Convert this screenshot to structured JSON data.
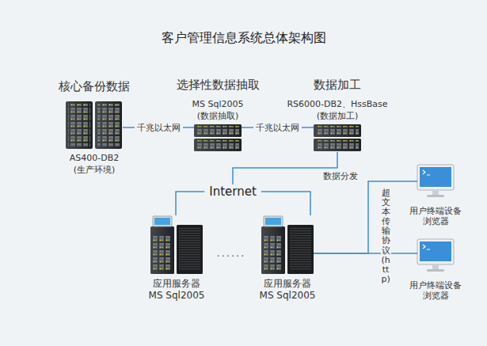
{
  "diagram": {
    "title": "客户管理信息系统总体架构图",
    "nodes": [
      {
        "text": [
          "核心备份数据",
          "AS400-DB2",
          "(生产环境)"
        ]
      },
      {
        "text": [
          "选择性数据抽取",
          "MS Sql2005",
          "(数据抽取)"
        ]
      },
      {
        "text": [
          "数据加工",
          "RS6000-DB2、HssBase",
          "(数据加工)"
        ]
      },
      {
        "text": [
          "Internet"
        ]
      },
      {
        "text": [
          "应用服务器",
          "MS Sql2005"
        ]
      },
      {
        "text": [
          "应用服务器",
          "MS Sql2005"
        ]
      },
      {
        "text": [
          "用户终端设备 浏览器"
        ]
      },
      {
        "text": [
          "用户终端设备 浏览器"
        ]
      }
    ],
    "edges": [
      {
        "from": 0,
        "to": 1,
        "arrow": "none",
        "label": "千兆以太网"
      },
      {
        "from": 1,
        "to": 2,
        "arrow": "none",
        "label": "千兆以太网"
      },
      {
        "from": 2,
        "to": 3,
        "arrow": "none",
        "label": "数据分发"
      },
      {
        "from": 3,
        "to": 4,
        "arrow": "none"
      },
      {
        "from": 3,
        "to": 5,
        "arrow": "none"
      },
      {
        "from": 5,
        "to": 6,
        "arrow": "none",
        "label": "超文本传输协议(http)"
      },
      {
        "from": 5,
        "to": 7,
        "arrow": "none"
      }
    ],
    "labels": [
      "......"
    ]
  }
}
